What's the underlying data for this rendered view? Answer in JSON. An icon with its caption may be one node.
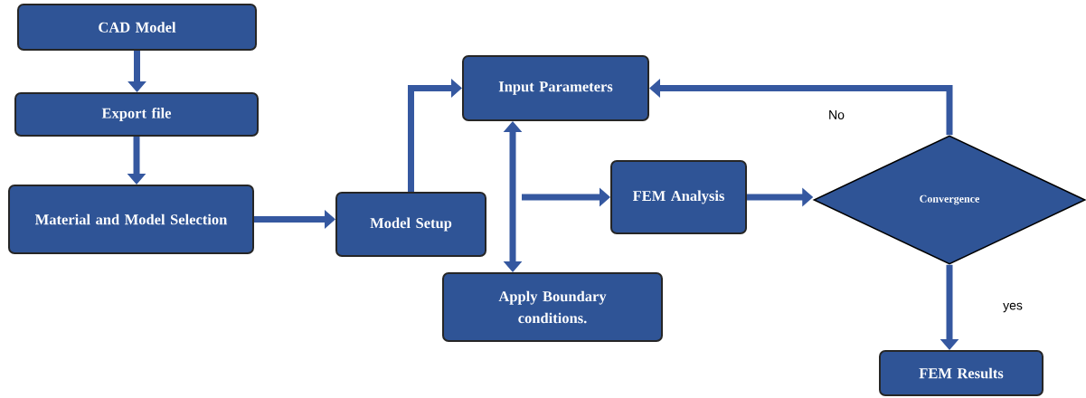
{
  "diagram": {
    "nodes": [
      {
        "text": [
          "CAD Model"
        ]
      },
      {
        "text": [
          "Export file"
        ]
      },
      {
        "text": [
          "Material and Model Selection"
        ]
      },
      {
        "text": [
          "Model Setup"
        ]
      },
      {
        "text": [
          "Input Parameters"
        ]
      },
      {
        "text": [
          "FEM Analysis"
        ]
      },
      {
        "text": [
          "Convergence"
        ]
      },
      {
        "text": [
          "Apply Boundary conditions."
        ]
      },
      {
        "text": [
          "FEM Results"
        ]
      }
    ],
    "edges": [
      {
        "from": 0,
        "to": 1,
        "arrow": "to"
      },
      {
        "from": 1,
        "to": 2,
        "arrow": "to"
      },
      {
        "from": 2,
        "to": 3,
        "arrow": "to"
      },
      {
        "from": 3,
        "to": 4,
        "arrow": "to"
      },
      {
        "from": 4,
        "to": 7,
        "arrow": "both"
      },
      {
        "from": null,
        "to": 5,
        "arrow": "to"
      },
      {
        "from": 5,
        "to": 6,
        "arrow": "to"
      },
      {
        "from": 6,
        "to": 4,
        "arrow": "to",
        "label": "No"
      },
      {
        "from": 6,
        "to": 8,
        "arrow": "to",
        "label": "yes"
      }
    ]
  }
}
